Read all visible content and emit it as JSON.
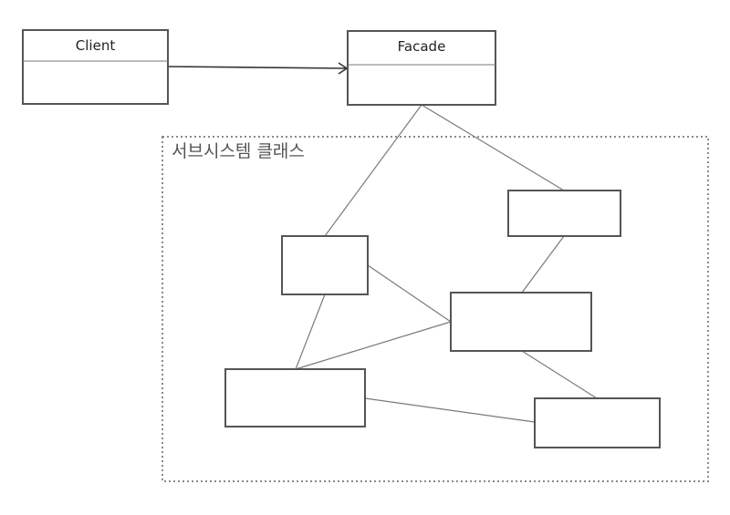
{
  "classes": {
    "client": {
      "name": "Client"
    },
    "facade": {
      "name": "Facade"
    }
  },
  "subsystem": {
    "label": "서브시스템 클래스"
  },
  "colors": {
    "border": "#555555",
    "connector": "#7a7a7a",
    "arrow": "#333333",
    "boundary": "#8a8a8a"
  }
}
